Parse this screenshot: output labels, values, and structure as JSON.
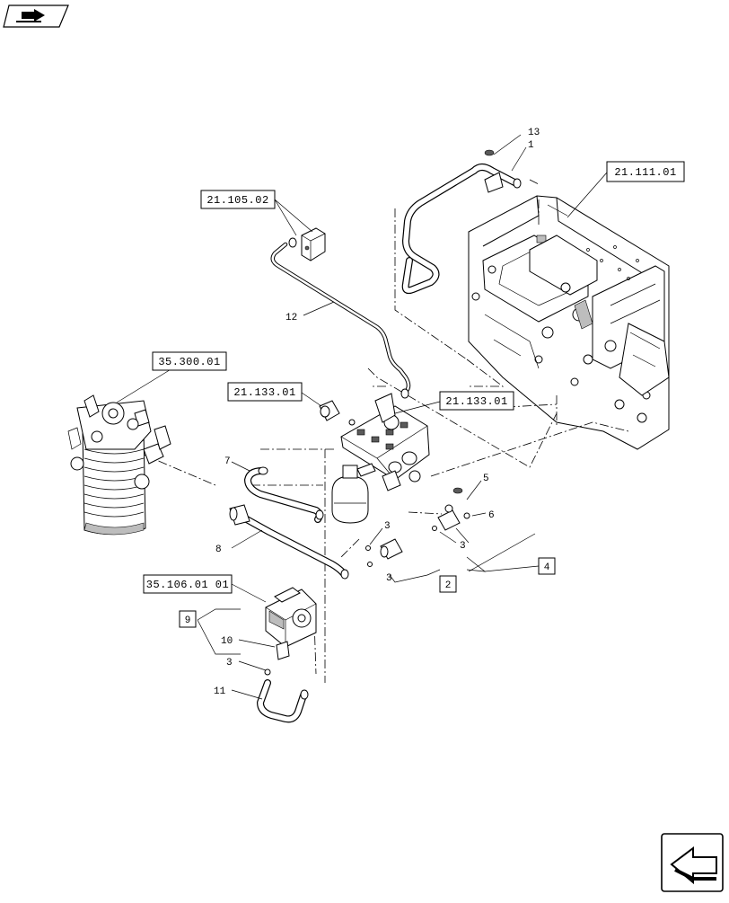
{
  "nav": {
    "top_left_icon": "book-arrow-icon",
    "bottom_right_icon": "arrow-next-icon"
  },
  "reference_boxes": [
    {
      "id": "ref-21-111-01",
      "text": "21.111.01"
    },
    {
      "id": "ref-21-105-02",
      "text": "21.105.02"
    },
    {
      "id": "ref-35-300-01",
      "text": "35.300.01"
    },
    {
      "id": "ref-21-133-01-a",
      "text": "21.133.01"
    },
    {
      "id": "ref-21-133-01-b",
      "text": "21.133.01"
    },
    {
      "id": "ref-35-106-01-01",
      "text": "35.106.01 01"
    }
  ],
  "boxed_callouts": [
    {
      "id": "box-2",
      "text": "2"
    },
    {
      "id": "box-4",
      "text": "4"
    },
    {
      "id": "box-9",
      "text": "9"
    }
  ],
  "callouts": [
    {
      "id": "c13",
      "text": "13"
    },
    {
      "id": "c1",
      "text": "1"
    },
    {
      "id": "c12",
      "text": "12"
    },
    {
      "id": "c7",
      "text": "7"
    },
    {
      "id": "c8",
      "text": "8"
    },
    {
      "id": "c5",
      "text": "5"
    },
    {
      "id": "c6",
      "text": "6"
    },
    {
      "id": "c3a",
      "text": "3"
    },
    {
      "id": "c3b",
      "text": "3"
    },
    {
      "id": "c3c",
      "text": "3"
    },
    {
      "id": "c3d",
      "text": "3"
    },
    {
      "id": "c10",
      "text": "10"
    },
    {
      "id": "c11",
      "text": "11"
    }
  ]
}
